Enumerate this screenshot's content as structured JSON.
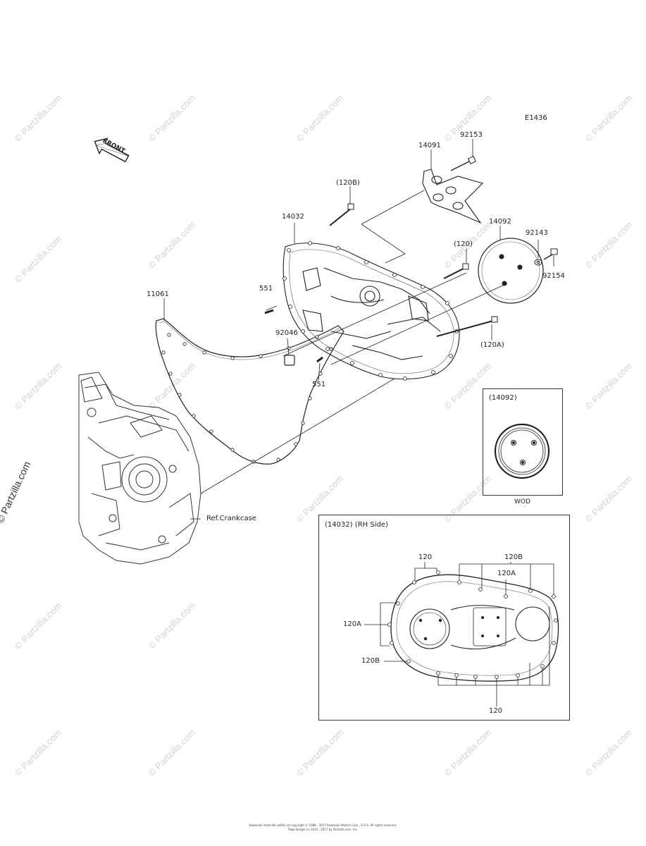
{
  "diagram": {
    "code": "E1436",
    "front_label": "FRONT",
    "watermark": "© Partzilla.com",
    "ref_label": "Ref.Crankcase",
    "callouts": {
      "p92153": "92153",
      "p14091": "14091",
      "p120B": "(120B)",
      "p14032": "14032",
      "p14092": "14092",
      "p92143": "92143",
      "p120": "(120)",
      "p92154": "92154",
      "p11061": "11061",
      "p551a": "551",
      "p92046": "92046",
      "p551b": "551",
      "p120A": "(120A)"
    },
    "inset_wod": {
      "title": "(14092)",
      "caption": "WOD"
    },
    "inset_rh": {
      "title": "(14032)  (RH Side)",
      "l120_top": "120",
      "l120B_top": "120B",
      "l120A_mid": "120A",
      "l120A_left": "120A",
      "l120B_left": "120B",
      "l120_bottom": "120"
    },
    "footer_line1": "Kawasaki materials within all copyright © 1988 - 2017 Kawasaki Motors Corp., U.S.A. All rights reserved.",
    "footer_line2": "Page design (c) 2015 - 2017 by Partzilla.com, Inc."
  }
}
